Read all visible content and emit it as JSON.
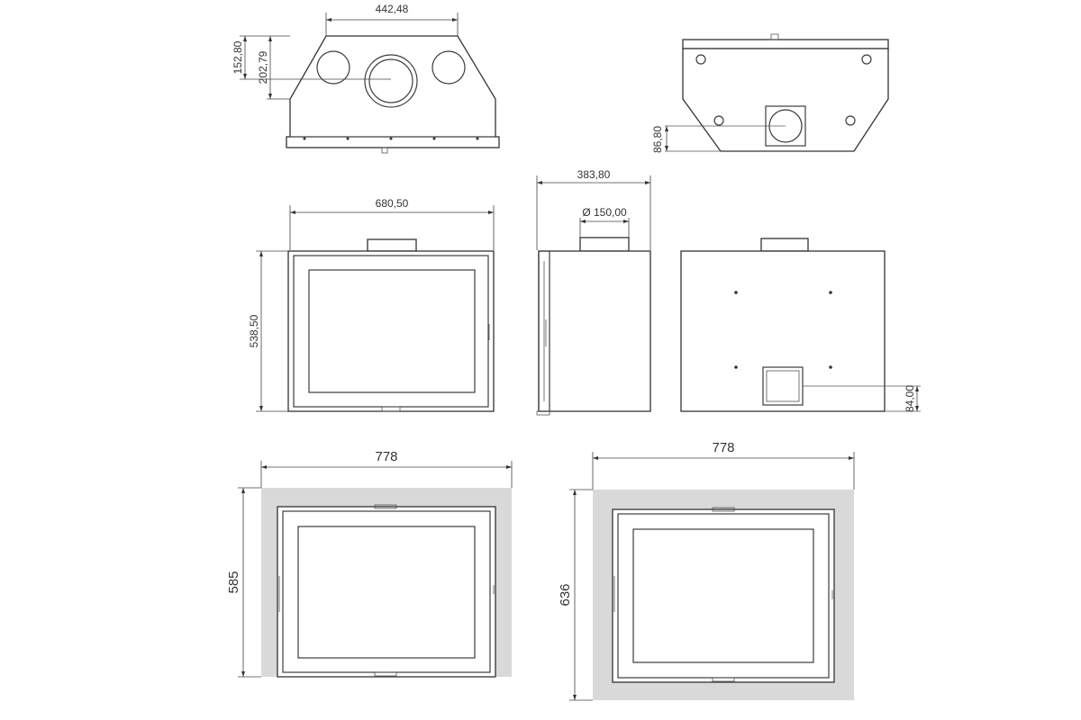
{
  "dimensions": {
    "top_view_width": "442,48",
    "top_view_depth_short": "152,80",
    "top_view_depth_long": "202,79",
    "bottom_view_depth": "86,80",
    "front_width": "680,50",
    "front_height": "538,50",
    "side_depth": "383,80",
    "flue_diameter": "Ø 150,00",
    "rear_inlet_height": "84,00",
    "frame1_width": "778",
    "frame1_height": "585",
    "frame2_width": "778",
    "frame2_height": "636"
  },
  "colors": {
    "line": "#3c3c3c",
    "frame_fill": "#d9d9d9",
    "background": "#ffffff"
  }
}
